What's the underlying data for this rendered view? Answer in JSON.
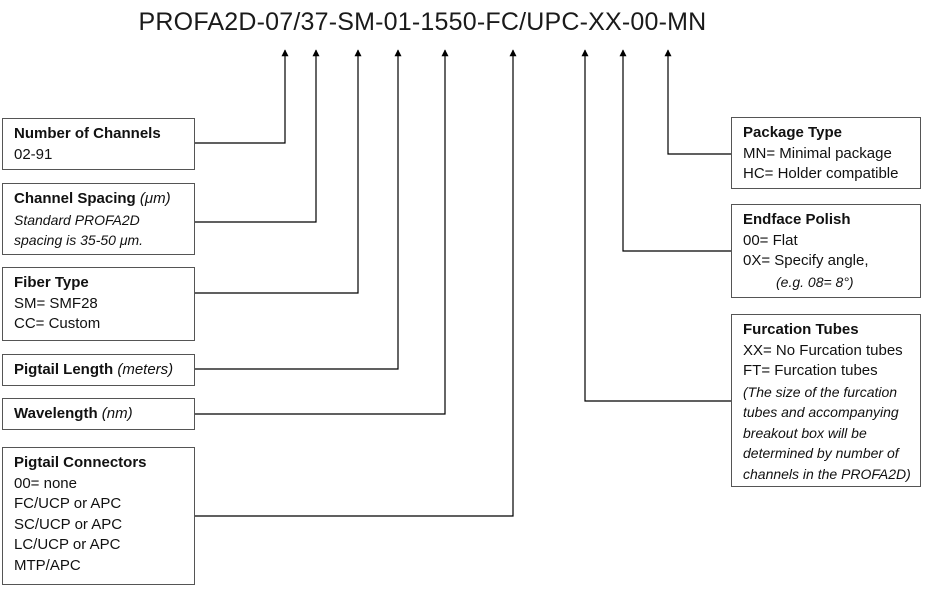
{
  "title": "PROFA2D-07/37-SM-01-1550-FC/UPC-XX-00-MN",
  "boxes": {
    "channels": {
      "heading": "Number of Channels",
      "lines": [
        "02-91"
      ]
    },
    "spacing": {
      "heading": "Channel Spacing",
      "unit": "(μm)",
      "notes": [
        "Standard PROFA2D",
        "spacing is 35-50 μm."
      ]
    },
    "fiber": {
      "heading": "Fiber Type",
      "lines": [
        "SM= SMF28",
        "CC= Custom"
      ]
    },
    "length": {
      "heading": "Pigtail Length",
      "unit": "(meters)"
    },
    "wavelength": {
      "heading": "Wavelength",
      "unit": "(nm)"
    },
    "connectors": {
      "heading": "Pigtail Connectors",
      "lines": [
        "00= none",
        "FC/UCP or APC",
        "SC/UCP or APC",
        "LC/UCP or APC",
        "MTP/APC"
      ]
    },
    "package": {
      "heading": "Package Type",
      "lines": [
        "MN= Minimal package",
        "HC= Holder compatible"
      ]
    },
    "polish": {
      "heading": "Endface Polish",
      "lines": [
        "00= Flat",
        "0X= Specify angle,"
      ],
      "note": "(e.g. 08= 8°)"
    },
    "furcation": {
      "heading": "Furcation Tubes",
      "lines": [
        "XX= No Furcation tubes",
        "FT= Furcation tubes"
      ],
      "notes": [
        "(The size of the furcation",
        "tubes and accompanying",
        "breakout box will be",
        "determined by number of",
        "channels in the PROFA2D)"
      ]
    }
  }
}
